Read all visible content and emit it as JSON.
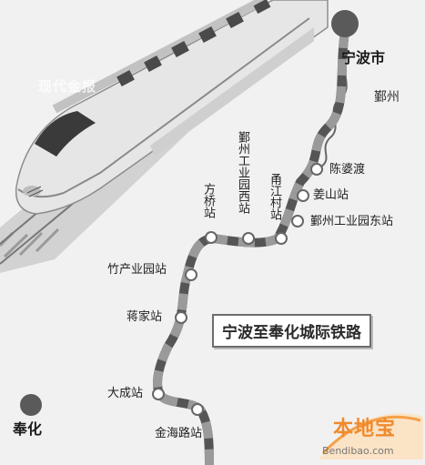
{
  "map": {
    "line_name": "宁波至奉化城际铁路",
    "watermark": "现代金报",
    "cities": [
      {
        "id": "ningbo",
        "label": "宁波市"
      },
      {
        "id": "fenghua",
        "label": "奉化"
      }
    ],
    "district": "鄞州",
    "stations": [
      {
        "id": "chenpodu",
        "label": "陈婆渡"
      },
      {
        "id": "jiangshan",
        "label": "姜山站"
      },
      {
        "id": "yinzhou-east",
        "label": "鄞州工业园东站"
      },
      {
        "id": "yongjiangcun",
        "label": "甬江村站"
      },
      {
        "id": "yinzhou-west",
        "label": "鄞州工业园西站"
      },
      {
        "id": "fangqiao",
        "label": "方桥站"
      },
      {
        "id": "zhuchanye",
        "label": "竹产业园站"
      },
      {
        "id": "jiangjia",
        "label": "蒋家站"
      },
      {
        "id": "dacheng",
        "label": "大成站"
      },
      {
        "id": "jinhailu",
        "label": "金海路站"
      }
    ],
    "colors": {
      "line_gray": "#8a8a8a",
      "line_dark": "#555555",
      "city_marker": "#555555",
      "accent": "#f08a2c"
    }
  },
  "logo": {
    "title": "本地宝",
    "url": "Bendibao.com"
  }
}
